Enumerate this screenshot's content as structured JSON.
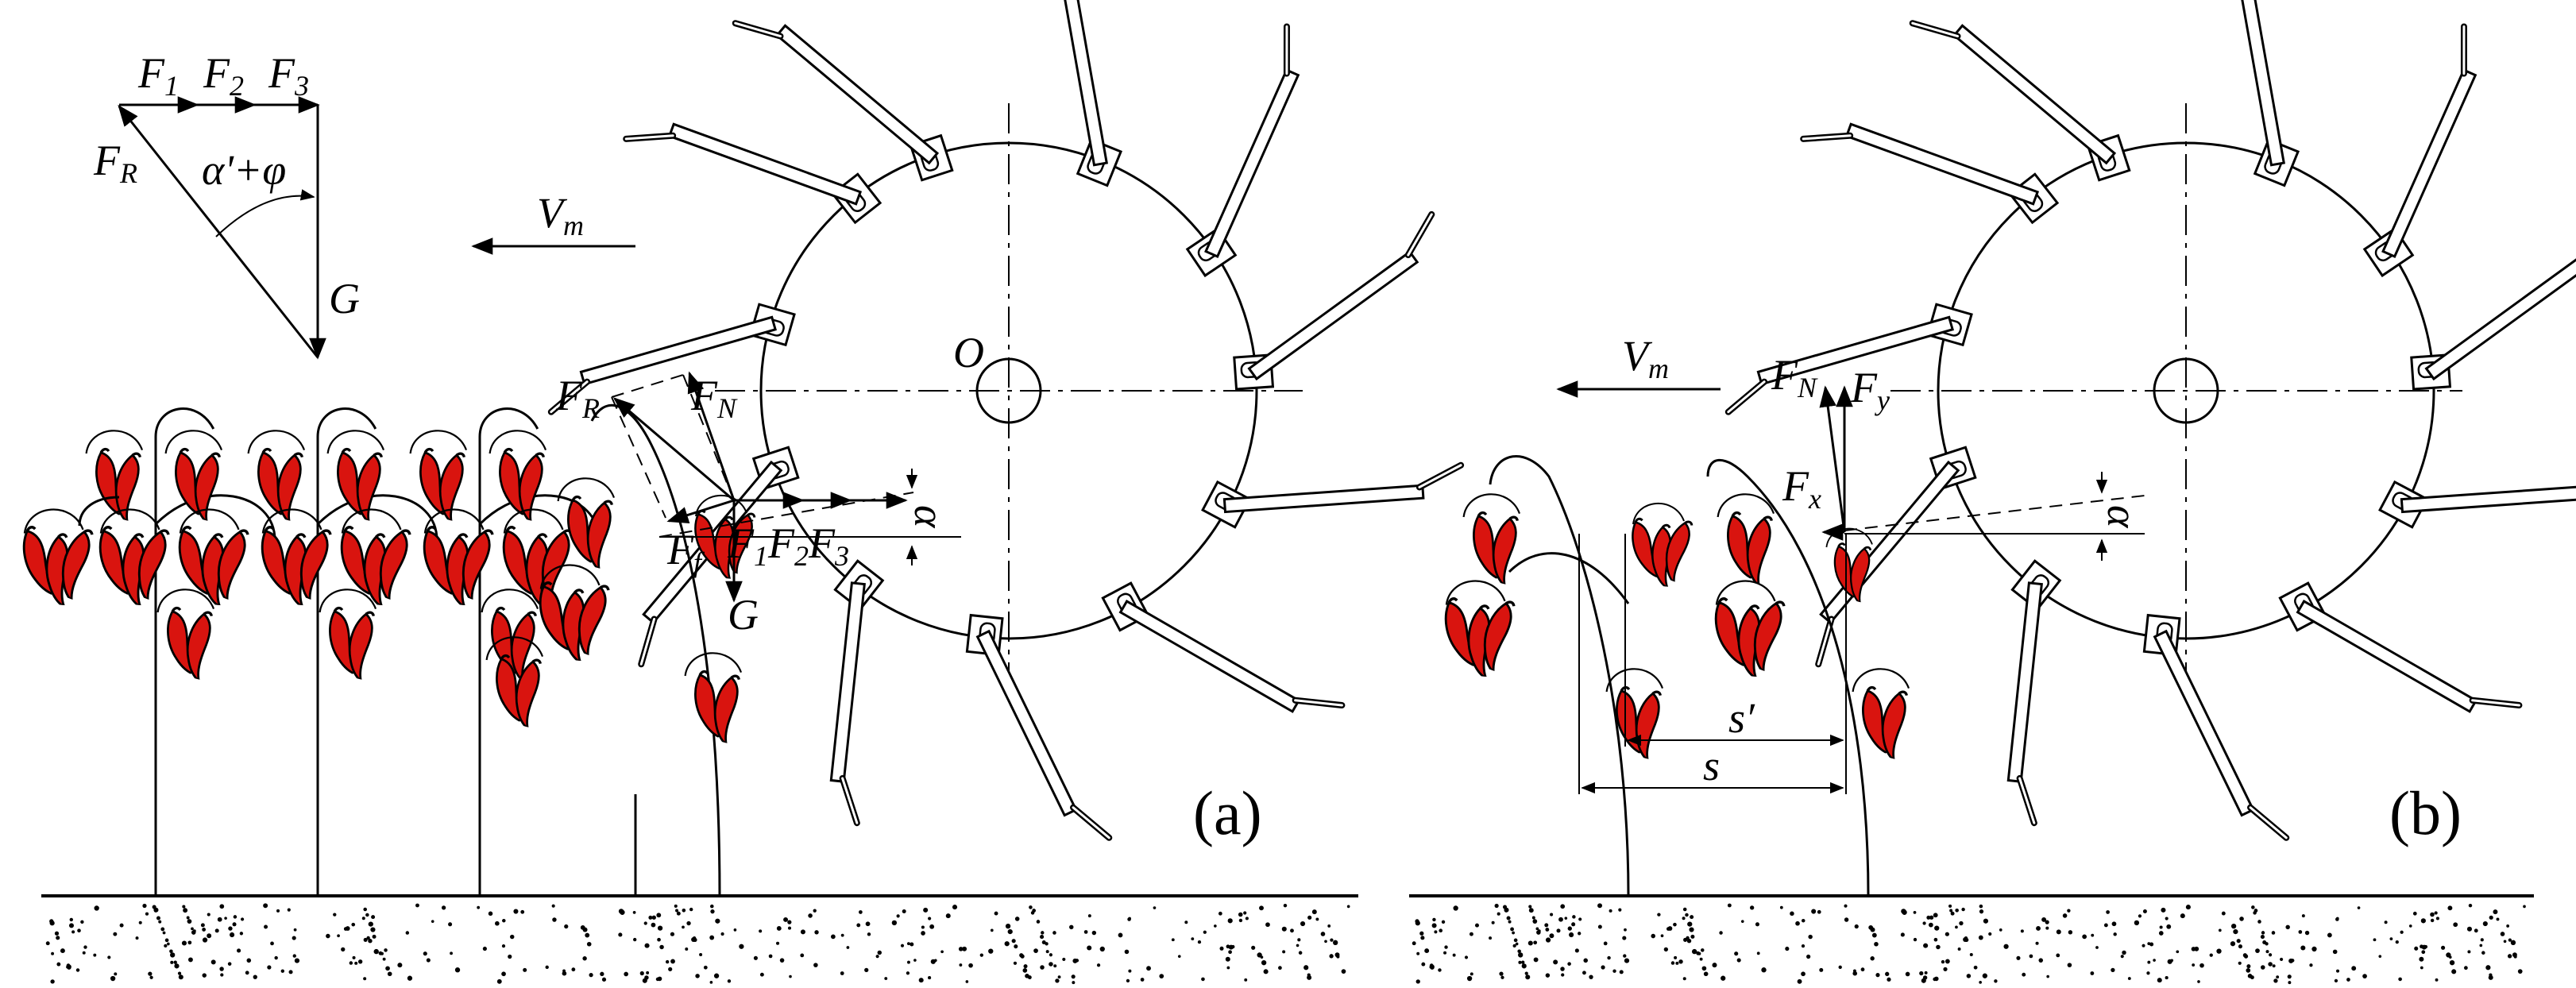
{
  "labels": {
    "a": {
      "F1": "F",
      "F1_sub": "1",
      "F2": "F",
      "F2_sub": "2",
      "F3": "F",
      "F3_sub": "3",
      "FR_tri": "F",
      "FR_tri_sub": "R",
      "angle": "α'+φ",
      "G_tri": "G",
      "Vm": "V",
      "Vm_sub": "m",
      "O": "O",
      "FR": "F",
      "FR_sub": "R",
      "FN": "F",
      "FN_sub": "N",
      "Ff": "F",
      "Ff_sub": "f",
      "F123": "F",
      "F123_1": "1",
      "F123_F2": "F",
      "F123_2": "2",
      "F123_F3": "F",
      "F123_3": "3",
      "G": "G",
      "alpha": "α",
      "panel": "(a)"
    },
    "b": {
      "Vm": "V",
      "Vm_sub": "m",
      "FN": "F",
      "FN_sub": "N",
      "Fy": "F",
      "Fy_sub": "y",
      "Fx": "F",
      "Fx_sub": "x",
      "alpha": "α",
      "s_prime": "s′",
      "s": "s",
      "panel": "(b)"
    }
  },
  "colors": {
    "pepper": "#d9140f",
    "ink": "#000000"
  }
}
